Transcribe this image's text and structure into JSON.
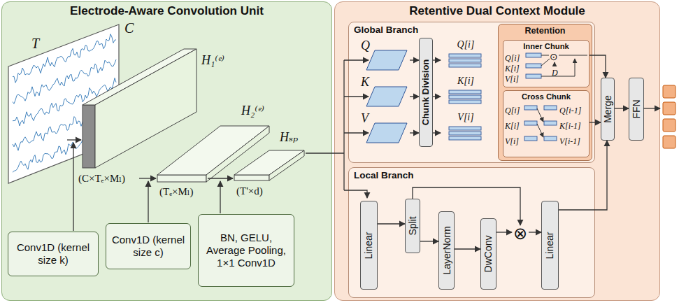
{
  "diagram": {
    "nodes": [
      {
        "text": [
          "Electrode-Aware Convolution Unit"
        ]
      },
      {
        "text": [
          "Conv1D (kernel size k)"
        ],
        "in": 0
      },
      {
        "text": [
          "Conv1D (kernel size c)"
        ],
        "in": 0
      },
      {
        "text": [
          "BN, GELU, Average Pooling, 1×1 Conv1D"
        ],
        "in": 0
      },
      {
        "text": [
          "Retentive Dual Context Module"
        ]
      },
      {
        "text": [
          "Global Branch"
        ],
        "in": 4
      },
      {
        "text": [
          "Q"
        ],
        "in": 5
      },
      {
        "text": [
          "K"
        ],
        "in": 5
      },
      {
        "text": [
          "V"
        ],
        "in": 5
      },
      {
        "text": [
          "Chunk Division"
        ],
        "in": 5
      },
      {
        "text": [
          "Q[i]"
        ],
        "in": 5
      },
      {
        "text": [
          "K[i]"
        ],
        "in": 5
      },
      {
        "text": [
          "V[i]"
        ],
        "in": 5
      },
      {
        "text": [
          "Retention"
        ],
        "in": 5
      },
      {
        "text": [
          "Inner Chunk"
        ],
        "in": 13
      },
      {
        "text": [
          "Cross Chunk"
        ],
        "in": 13
      },
      {
        "text": [
          "Local Branch"
        ],
        "in": 4
      },
      {
        "text": [
          "Linear"
        ],
        "in": 16
      },
      {
        "text": [
          "Split"
        ],
        "in": 16
      },
      {
        "text": [
          "LayerNorm"
        ],
        "in": 16
      },
      {
        "text": [
          "DwConv"
        ],
        "in": 16
      },
      {
        "text": [
          "⊗"
        ],
        "in": 16
      },
      {
        "text": [
          "Linear"
        ],
        "in": 16
      },
      {
        "text": [
          "Merge"
        ],
        "in": 4
      },
      {
        "text": [
          "FFN"
        ],
        "in": 4
      }
    ],
    "edges": [
      {
        "from": 6,
        "to": 9,
        "arrow": "to"
      },
      {
        "from": 7,
        "to": 9,
        "arrow": "to"
      },
      {
        "from": 8,
        "to": 9,
        "arrow": "to"
      },
      {
        "from": 9,
        "to": 10,
        "arrow": "to"
      },
      {
        "from": 9,
        "to": 11,
        "arrow": "to"
      },
      {
        "from": 9,
        "to": 12,
        "arrow": "to"
      },
      {
        "from": 14,
        "to": 23,
        "arrow": "to"
      },
      {
        "from": 15,
        "to": 23,
        "arrow": "to"
      },
      {
        "from": 17,
        "to": 18,
        "arrow": "to"
      },
      {
        "from": 18,
        "to": 19,
        "arrow": "to"
      },
      {
        "from": 18,
        "to": 21,
        "arrow": "to"
      },
      {
        "from": 19,
        "to": 20,
        "arrow": "to"
      },
      {
        "from": 20,
        "to": 21,
        "arrow": "to"
      },
      {
        "from": 21,
        "to": 22,
        "arrow": "to"
      },
      {
        "from": 22,
        "to": 23,
        "arrow": "to"
      },
      {
        "from": 23,
        "to": 24,
        "arrow": "to"
      }
    ],
    "labels": [
      "T",
      "C",
      "H₁⁽ᵉ⁾",
      "(C×Tₑ×Mₗ)",
      "H₂⁽ᵉ⁾",
      "(Tₑ×Mₗ)",
      "Hₛₚ",
      "(T'×d)",
      "Q[i]",
      "K[i]",
      "V[i]",
      "⊙",
      "D",
      "Q[i]",
      "Q[i-1]",
      "K[i]",
      "K[i-1]",
      "V[i]",
      "V[i-1]"
    ]
  }
}
